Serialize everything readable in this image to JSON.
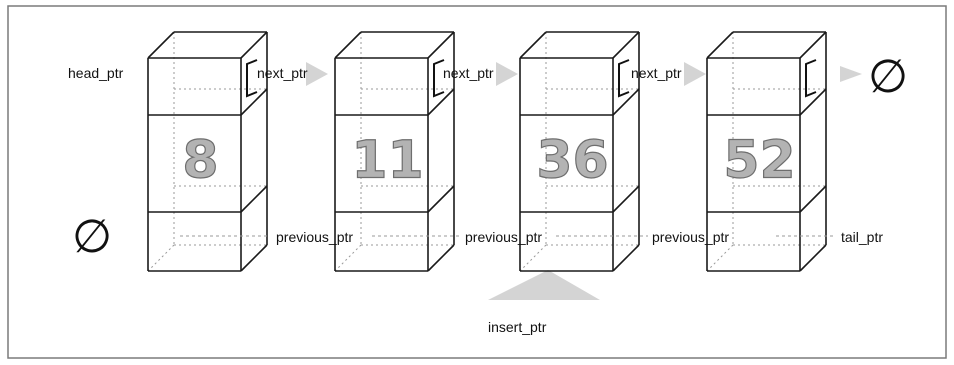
{
  "labels": {
    "head_ptr": "head_ptr",
    "tail_ptr": "tail_ptr",
    "insert_ptr": "insert_ptr",
    "next_ptr": "next_ptr",
    "previous_ptr": "previous_ptr",
    "null_symbol": "∅"
  },
  "nodes": [
    {
      "value": "8"
    },
    {
      "value": "11"
    },
    {
      "value": "36"
    },
    {
      "value": "52"
    }
  ]
}
